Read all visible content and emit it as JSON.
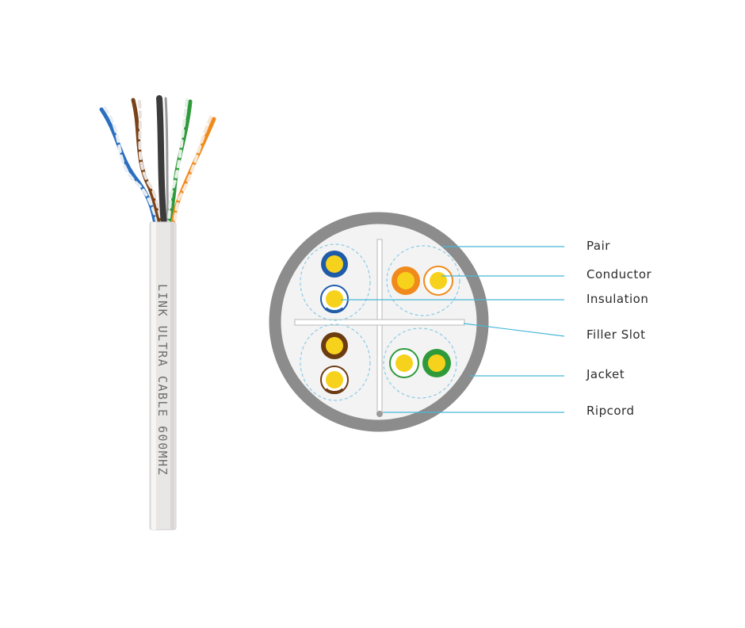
{
  "cable": {
    "jacket_print": "LINK ULTRA CABLE 600MHZ"
  },
  "labels": {
    "pair": "Pair",
    "conductor": "Conductor",
    "insulation": "Insulation",
    "filler_slot": "Filler Slot",
    "jacket": "Jacket",
    "ripcord": "Ripcord"
  },
  "colors": {
    "callout_line": "#48b8d8",
    "jacket_ring": "#8c8c8c",
    "jacket_fill": "#f3f3f3",
    "conductor": "#f7d21c",
    "blue": "#1f5ba8",
    "orange": "#f08a1c",
    "brown": "#6b3b12",
    "green": "#2f9a3a",
    "cable_sheath": "#e9e7e6"
  }
}
